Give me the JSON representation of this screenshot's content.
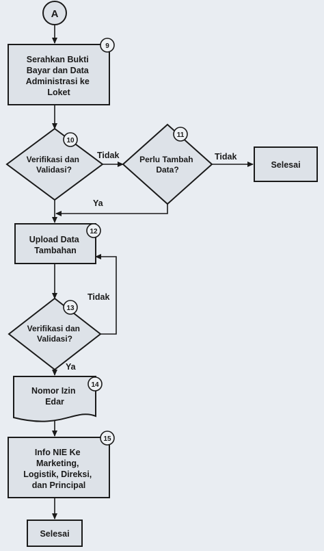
{
  "connector": "A",
  "nodes": {
    "step9": {
      "num": "9",
      "lines": [
        "Serahkan Bukti",
        "Bayar dan Data",
        "Administrasi ke",
        "Loket"
      ]
    },
    "step10": {
      "num": "10",
      "lines": [
        "Verifikasi dan",
        "Validasi?"
      ]
    },
    "step11": {
      "num": "11",
      "lines": [
        "Perlu Tambah",
        "Data?"
      ]
    },
    "end1": {
      "label": "Selesai"
    },
    "step12": {
      "num": "12",
      "lines": [
        "Upload Data",
        "Tambahan"
      ]
    },
    "step13": {
      "num": "13",
      "lines": [
        "Verifikasi dan",
        "Validasi?"
      ]
    },
    "step14": {
      "num": "14",
      "lines": [
        "Nomor Izin",
        "Edar"
      ]
    },
    "step15": {
      "num": "15",
      "lines": [
        "Info NIE Ke",
        "Marketing,",
        "Logistik, Direksi,",
        "dan Principal"
      ]
    },
    "end2": {
      "label": "Selesai"
    }
  },
  "edge_labels": {
    "tidak1": "Tidak",
    "tidak2": "Tidak",
    "ya1": "Ya",
    "tidak3": "Tidak",
    "ya2": "Ya"
  }
}
